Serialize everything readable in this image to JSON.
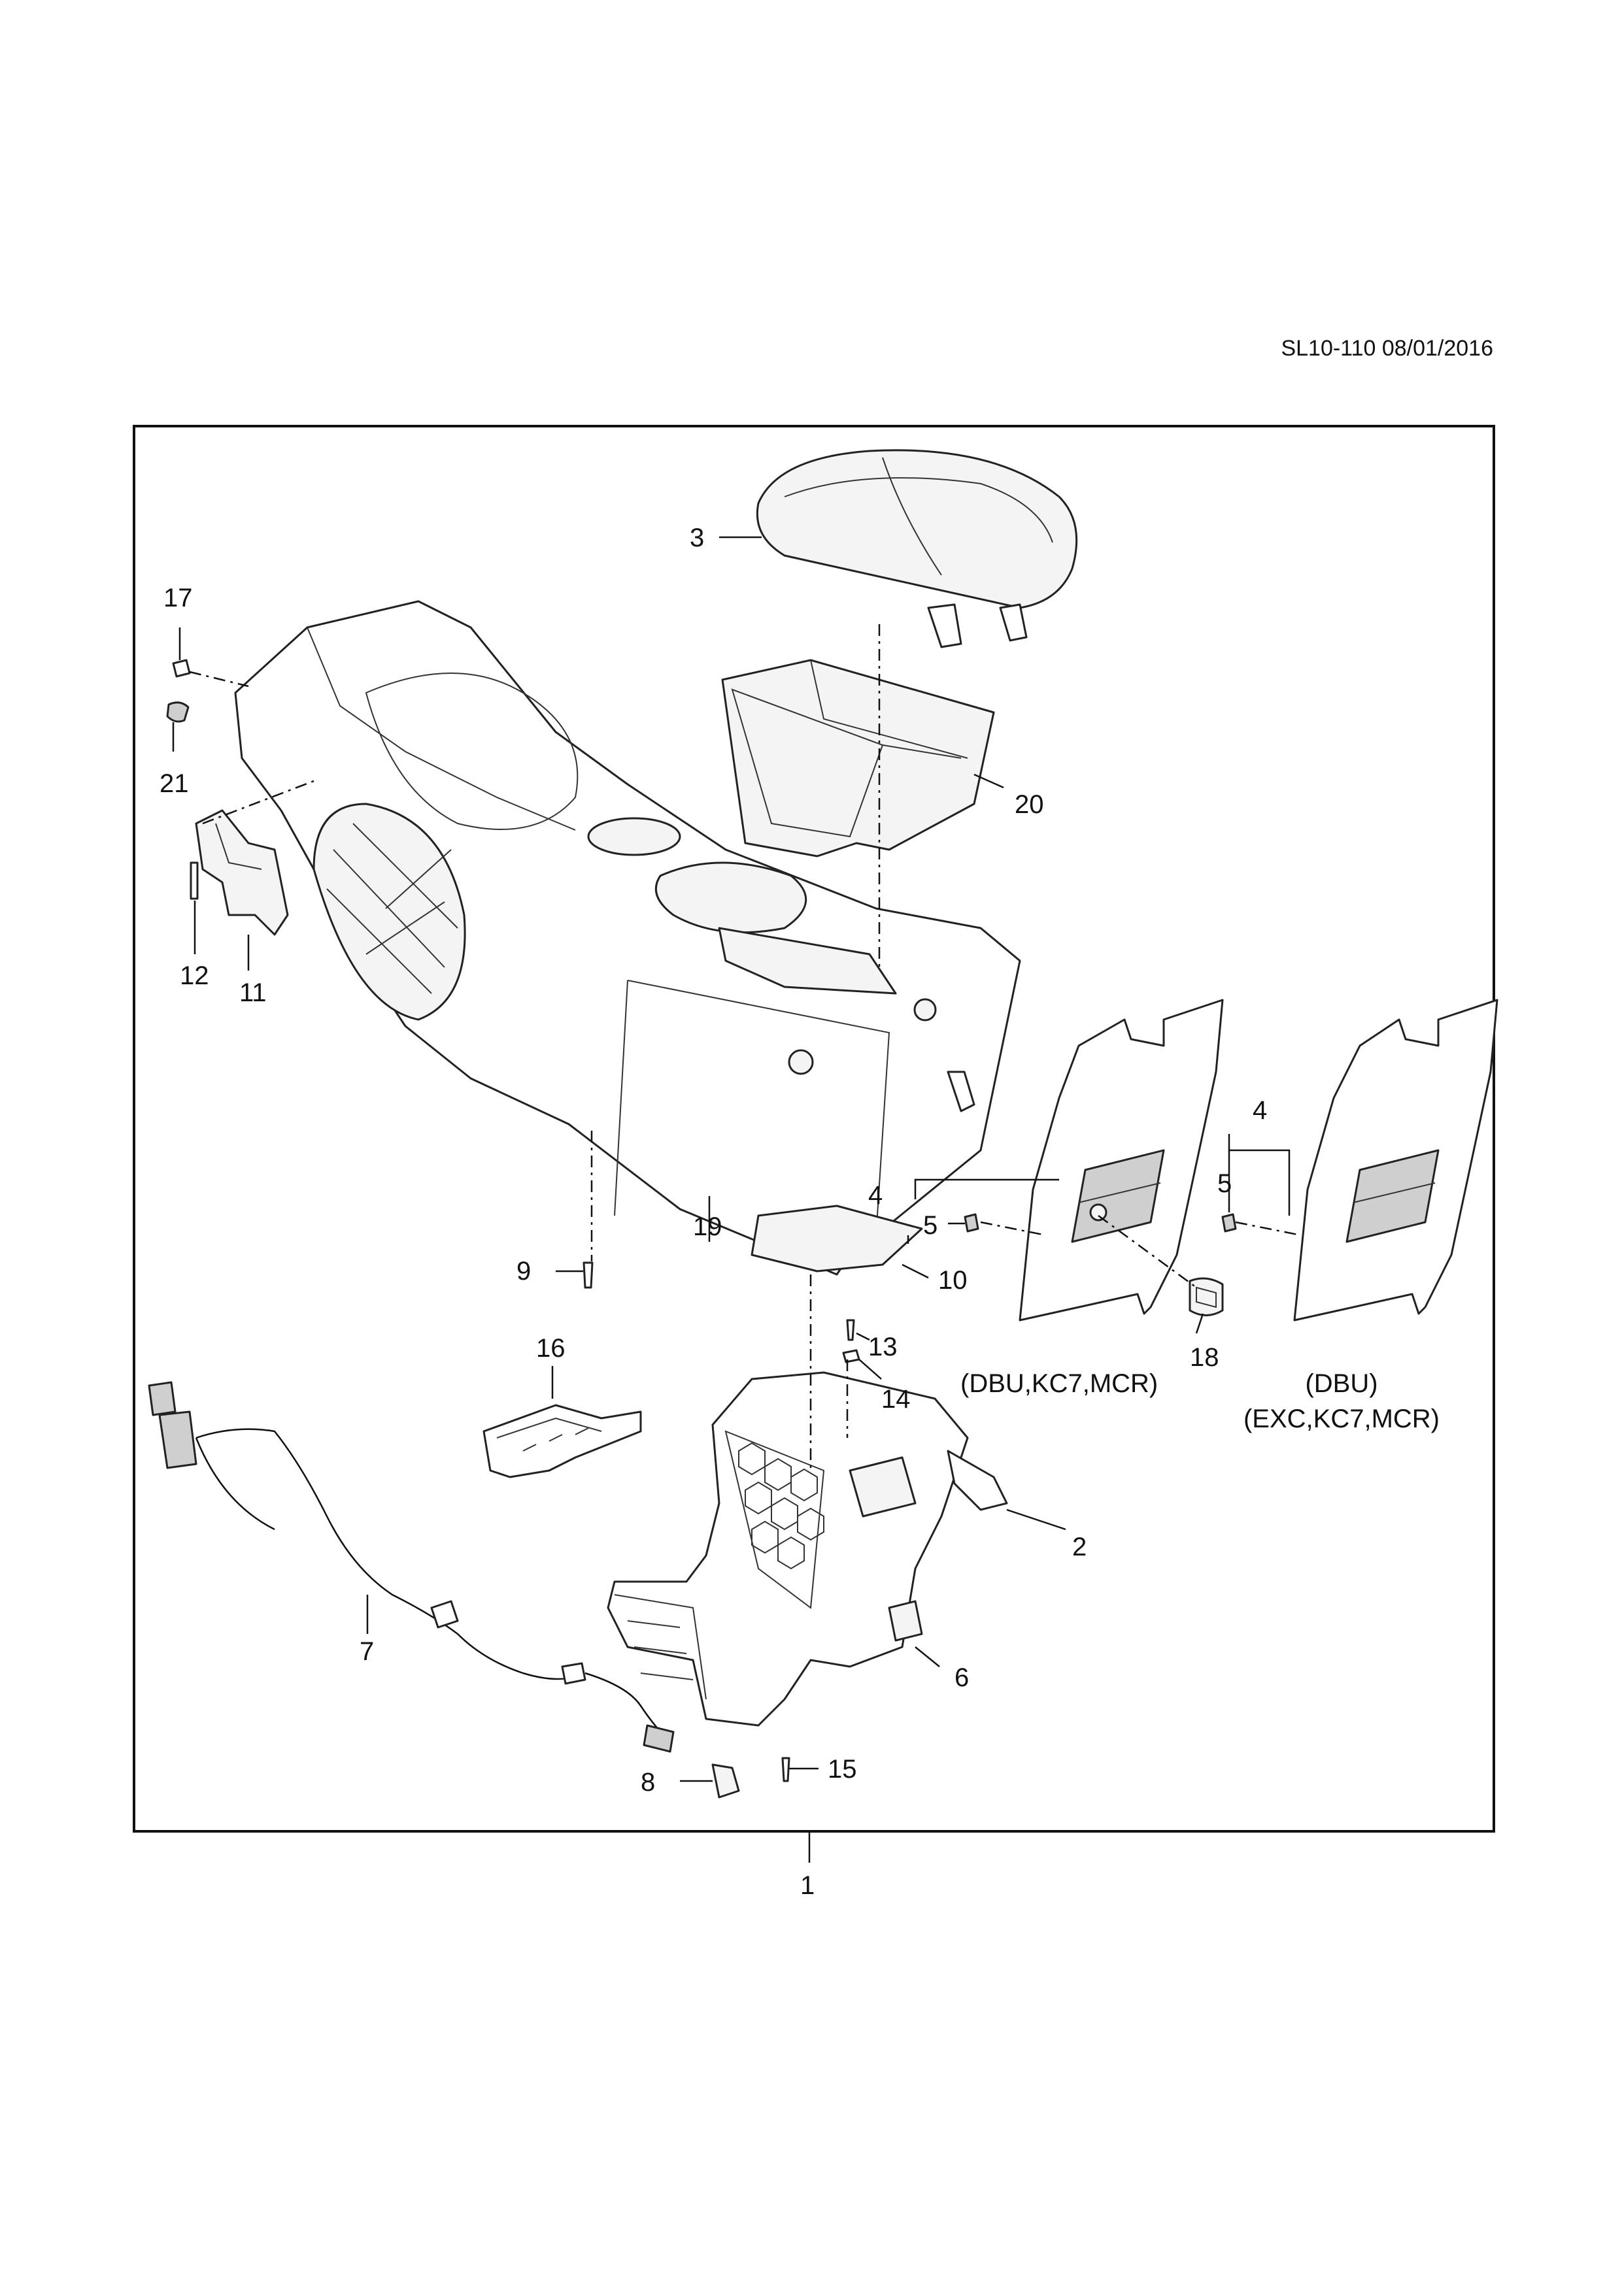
{
  "header": {
    "ref_date": "SL10-110 08/01/2016"
  },
  "callouts": {
    "n1": "1",
    "n2": "2",
    "n3": "3",
    "n4a": "4",
    "n4b": "4",
    "n5a": "5",
    "n5b": "5",
    "n6": "6",
    "n7": "7",
    "n8": "8",
    "n9": "9",
    "n10": "10",
    "n11": "11",
    "n12": "12",
    "n13": "13",
    "n14": "14",
    "n15": "15",
    "n16": "16",
    "n17": "17",
    "n18": "18",
    "n19": "19",
    "n20": "20",
    "n21": "21"
  },
  "captions": {
    "left_panel": "(DBU,KC7,MCR)",
    "right_panel_line1": "(DBU)",
    "right_panel_line2": "(EXC,KC7,MCR)"
  }
}
